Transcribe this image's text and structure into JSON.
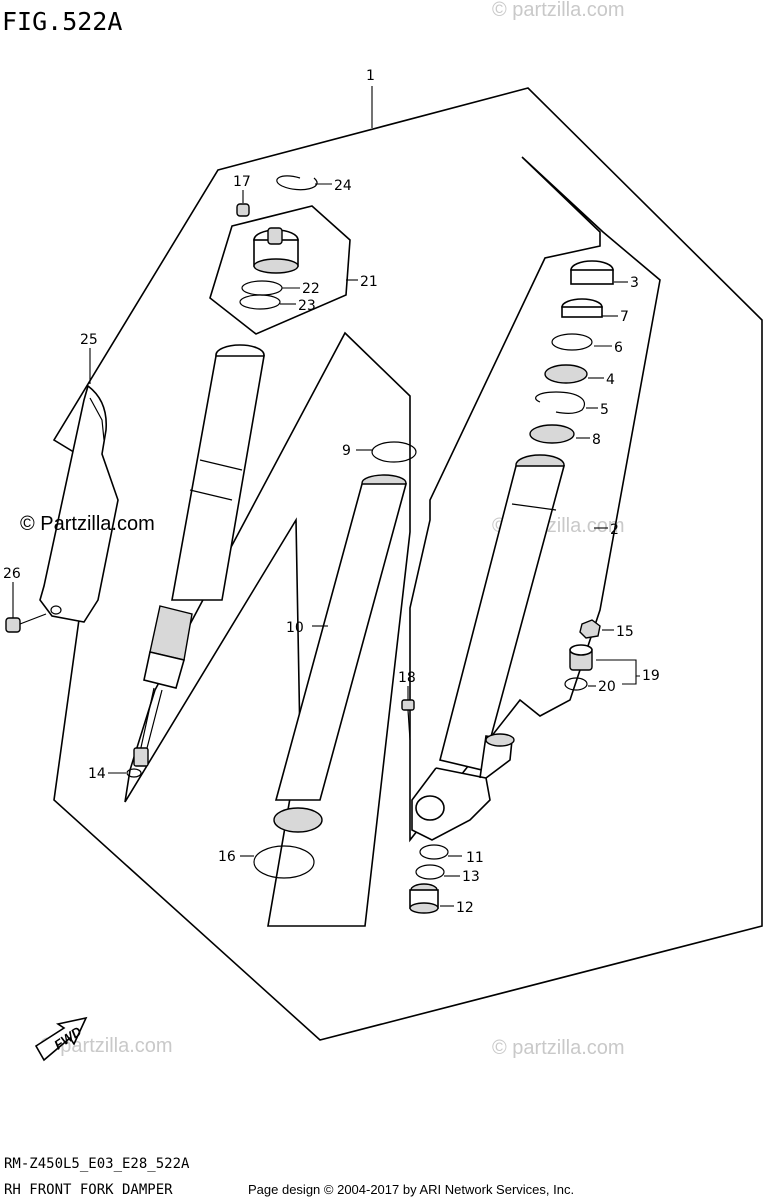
{
  "figure": {
    "title": "FIG.522A",
    "model_code": "RM-Z450L5_E03_E28_522A",
    "caption": "RH FRONT FORK DAMPER",
    "page_credit": "Page design © 2004-2017 by ARI Network Services, Inc."
  },
  "watermark": {
    "text": "© Partzilla.com",
    "faint_text": "© partzilla.com"
  },
  "fwd_label": "FWD",
  "callouts": {
    "c1": "1",
    "c2": "2",
    "c3": "3",
    "c4": "4",
    "c5": "5",
    "c6": "6",
    "c7": "7",
    "c8": "8",
    "c9": "9",
    "c10": "10",
    "c11": "11",
    "c12": "12",
    "c13": "13",
    "c14": "14",
    "c15": "15",
    "c16": "16",
    "c17": "17",
    "c18": "18",
    "c19": "19",
    "c20": "20",
    "c21": "21",
    "c22": "22",
    "c23": "23",
    "c24": "24",
    "c25": "25",
    "c26": "26"
  },
  "colors": {
    "ink": "#000000",
    "watermark": "#c9c9c9",
    "shade": "#d8d8d8"
  }
}
